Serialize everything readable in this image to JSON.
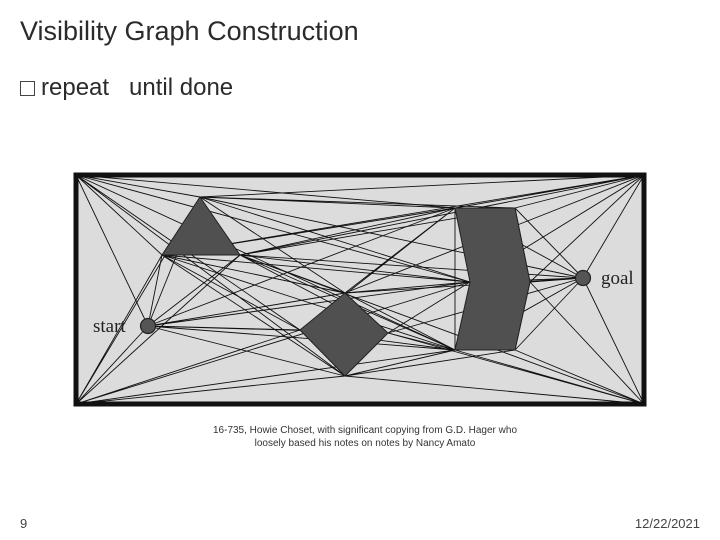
{
  "slide": {
    "title": "Visibility Graph Construction",
    "bullet": "repeat   until done",
    "page_number": "9",
    "date": "12/22/2021"
  },
  "figure": {
    "start_label": "start",
    "goal_label": "goal",
    "caption_line1": "16-735, Howie Choset, with significant copying from  G.D. Hager who",
    "caption_line2": "loosely based his notes on notes by Nancy Amato",
    "colors": {
      "background": "#dcdcdc",
      "obstacle": "#505050",
      "border": "#111111",
      "edge": "#111111"
    }
  }
}
